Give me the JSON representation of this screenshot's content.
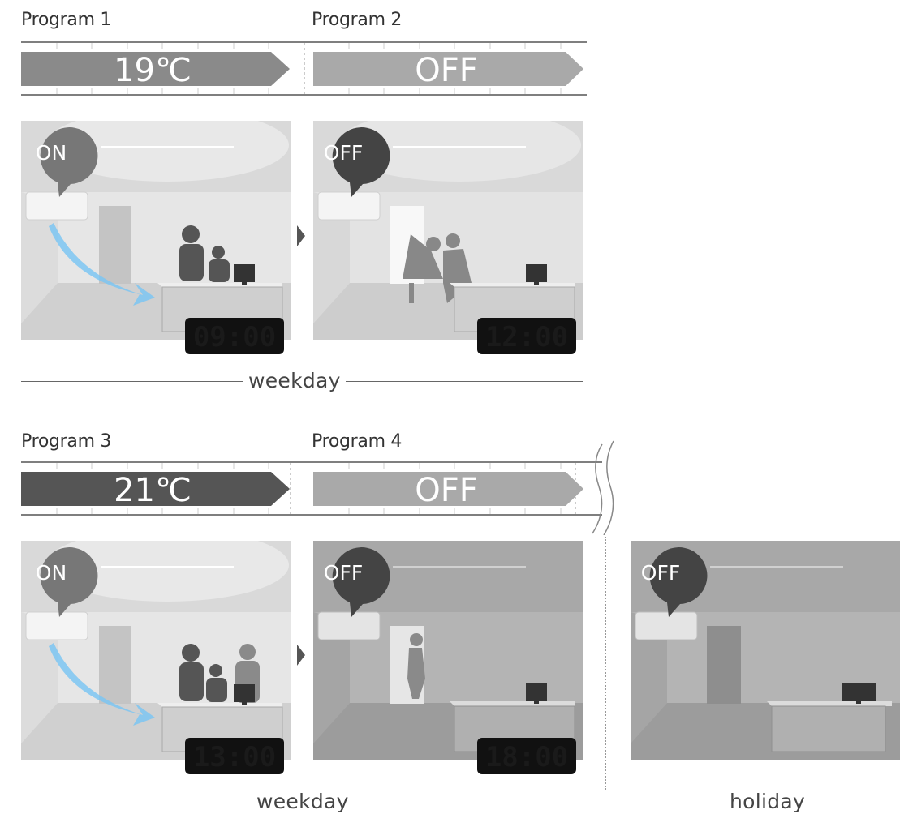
{
  "row1": {
    "program_left": "Program 1",
    "program_right": "Program 2",
    "bar_left": "19℃",
    "bar_right": "OFF",
    "footer": "weekday"
  },
  "row2": {
    "program_left": "Program 3",
    "program_right": "Program 4",
    "bar_left": "21℃",
    "bar_right": "OFF",
    "footer_weekday": "weekday",
    "footer_holiday": "holiday"
  },
  "scenes": [
    {
      "badge": "ON",
      "badge_color": "#777777",
      "clock": "09:00",
      "airflow": true
    },
    {
      "badge": "OFF",
      "badge_color": "#444444",
      "clock": "12:00",
      "airflow": false
    },
    {
      "badge": "ON",
      "badge_color": "#777777",
      "clock": "13:00",
      "airflow": true
    },
    {
      "badge": "OFF",
      "badge_color": "#444444",
      "clock": "18:00",
      "airflow": false
    },
    {
      "badge": "OFF",
      "badge_color": "#444444",
      "clock": "",
      "airflow": false
    }
  ],
  "colors": {
    "bar_p1": "#8a8a8a",
    "bar_p2": "#a9a9a9",
    "bar_p3": "#555555",
    "bar_p4": "#a9a9a9",
    "airflow": "#7cc6f2"
  },
  "icons": [
    "air-conditioner-icon",
    "airflow-arrow-icon",
    "person-silhouette-icon",
    "monitor-icon",
    "digital-clock-icon",
    "play-triangle-icon",
    "speech-bubble-icon"
  ]
}
